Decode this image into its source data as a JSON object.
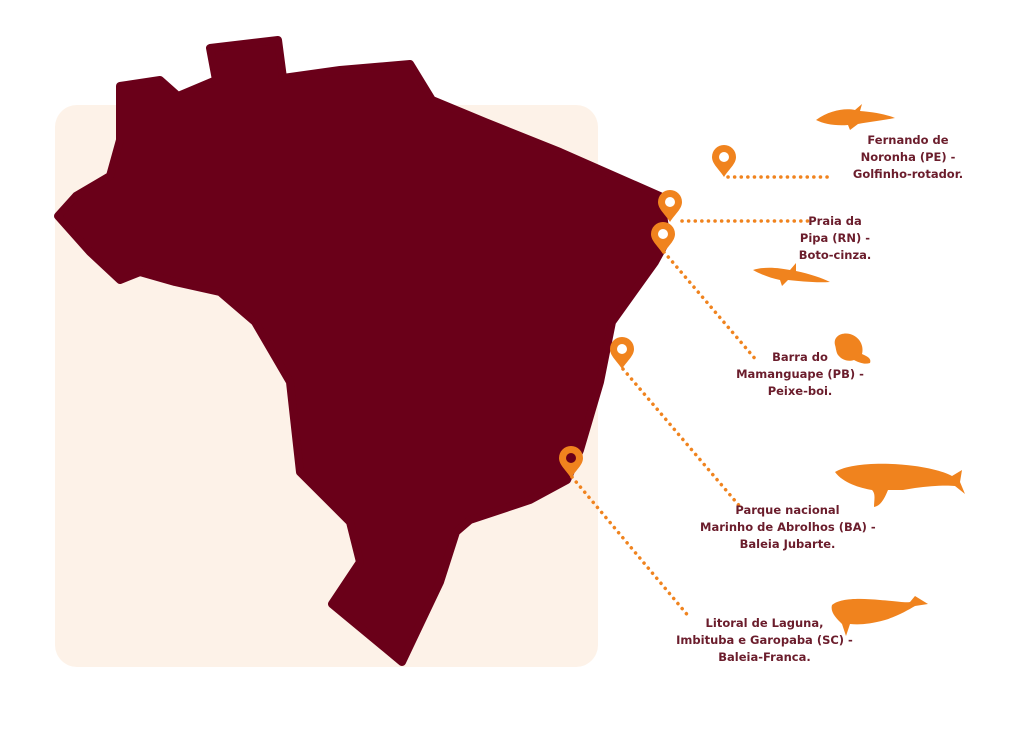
{
  "colors": {
    "map": "#6a0019",
    "accent": "#f0831e",
    "background_panel": "#fdf2e8",
    "text": "#6b1d2c"
  },
  "locations": [
    {
      "lines": [
        "Fernando de",
        "Noronha (PE) -",
        "Golfinho-rotador."
      ],
      "animal": "dolphin-icon"
    },
    {
      "lines": [
        "Praia da",
        "Pipa (RN) -",
        "Boto-cinza."
      ],
      "animal": "dolphin-icon"
    },
    {
      "lines": [
        "Barra do",
        "Mamanguape (PB) -",
        "Peixe-boi."
      ],
      "animal": "manatee-icon"
    },
    {
      "lines": [
        "Parque nacional",
        "Marinho de Abrolhos (BA) -",
        "Baleia Jubarte."
      ],
      "animal": "humpback-whale-icon"
    },
    {
      "lines": [
        "Litoral de Laguna,",
        "Imbituba e Garopaba (SC) -",
        "Baleia-Franca."
      ],
      "animal": "right-whale-icon"
    }
  ]
}
